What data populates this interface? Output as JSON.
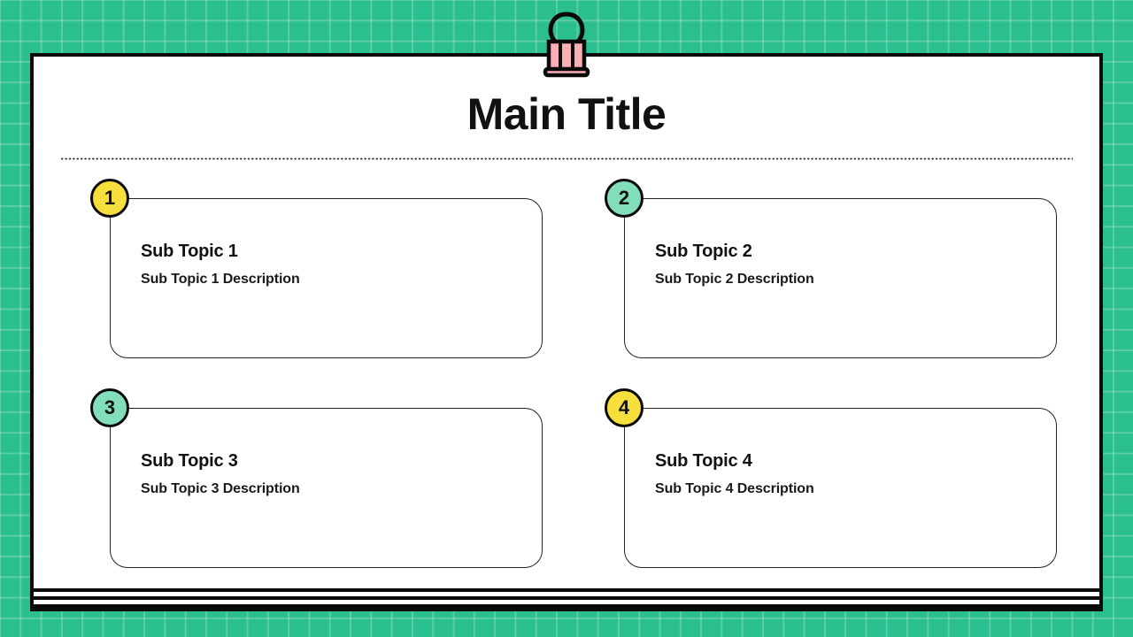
{
  "slide": {
    "title": "Main Title",
    "clip_icon": "binder-clip-icon",
    "theme": {
      "background_green": "#2BBF90",
      "grid_line": "rgba(255,255,255,0.22)",
      "card_white": "#FFFFFF",
      "outline_black": "#0A0A0A",
      "badge_yellow": "#F6DE3C",
      "badge_mint": "#82DDBB",
      "clip_pink": "#F9AFB4"
    },
    "topics": [
      {
        "number": "1",
        "heading": "Sub Topic 1",
        "description": "Sub Topic 1 Description",
        "badge_color": "#F6DE3C"
      },
      {
        "number": "2",
        "heading": "Sub Topic 2",
        "description": "Sub Topic 2 Description",
        "badge_color": "#82DDBB"
      },
      {
        "number": "3",
        "heading": "Sub Topic 3",
        "description": "Sub Topic 3 Description",
        "badge_color": "#82DDBB"
      },
      {
        "number": "4",
        "heading": "Sub Topic 4",
        "description": "Sub Topic 4 Description",
        "badge_color": "#F6DE3C"
      }
    ]
  }
}
